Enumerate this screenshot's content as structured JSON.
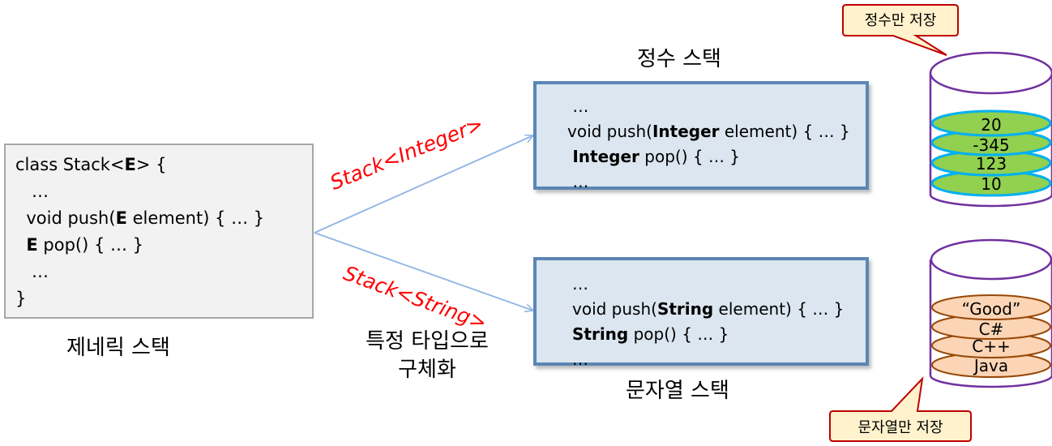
{
  "generic": {
    "line1_pre": "class Stack<",
    "line1_type": "E",
    "line1_post": "> {",
    "line2": "   …",
    "line3_pre": "  void push(",
    "line3_type": "E",
    "line3_post": " element) { … }",
    "line4_pre": "  ",
    "line4_type": "E",
    "line4_post": " pop() { … }",
    "line5": "   …",
    "line6": "}",
    "caption": "제네릭 스택"
  },
  "arrows": {
    "integer_label": "Stack<Integer>",
    "string_label": "Stack<String>",
    "caption_line1": "특정 타입으로",
    "caption_line2": "구체화"
  },
  "integer_stack": {
    "title": "정수 스택",
    "line1": " …",
    "line2_pre": "void push(",
    "line2_type": "Integer",
    "line2_post": " element) { … }",
    "line3_pre": " ",
    "line3_type": "Integer",
    "line3_post": " pop() { … }",
    "line4": " …",
    "callout": "정수만 저장",
    "items": [
      "20",
      "-345",
      "123",
      "10"
    ]
  },
  "string_stack": {
    "title": "문자열 스택",
    "line1": "…",
    "line2_pre": "void push(",
    "line2_type": "String",
    "line2_post": " element) { … }",
    "line3_type": "String",
    "line3_post": " pop() { … }",
    "line4": "…",
    "callout": "문자열만 저장",
    "items": [
      "“Good”",
      "C#",
      "C++",
      "Java"
    ]
  },
  "colors": {
    "red": "#ff0000",
    "box_border": "#5b86b4",
    "box_fill": "#dbe6f0",
    "int_disk": "#92d050",
    "str_disk": "#fbd5b5",
    "cylinder": "#7030a0",
    "callout_fill": "#fff2cc",
    "callout_border": "#c00000"
  }
}
